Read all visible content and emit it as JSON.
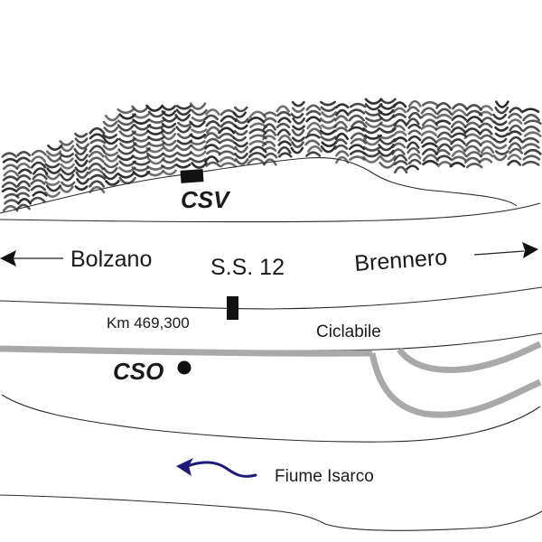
{
  "diagram": {
    "labels": {
      "csv": "CSV",
      "cso": "CSO",
      "bolzano": "Bolzano",
      "brennero": "Brennero",
      "road_name": "S.S. 12",
      "km_marker": "Km 469,300",
      "bike_path": "Ciclabile",
      "river": "Fiume Isarco"
    },
    "colors": {
      "ink": "#1a1a1a",
      "road_gray": "#a9a9a9",
      "river_arrow": "#1f1b7a",
      "background": "#ffffff"
    },
    "icons": {
      "left_arrow": "arrow-left",
      "right_arrow": "arrow-right",
      "river_flow_arrow": "curved-arrow-left",
      "csv_marker": "filled-rectangle",
      "km_marker": "filled-rectangle",
      "cso_marker": "filled-circle"
    }
  }
}
